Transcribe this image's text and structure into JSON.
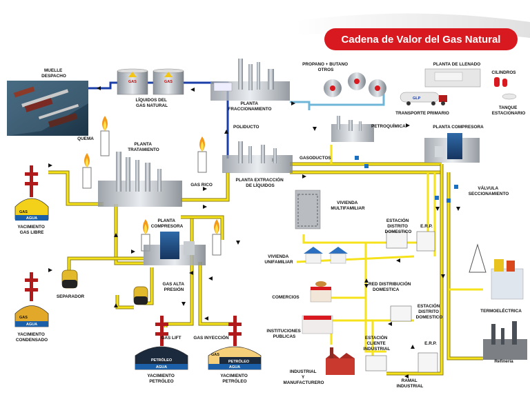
{
  "title": "Cadena de Valor del Gas Natural",
  "colors": {
    "title_bg": "#d81920",
    "gas_pipe": "#f5e21a",
    "liquid_pipe": "#1a3ea8",
    "propane_pipe": "#6fb5d8",
    "flame": "#f39a1b"
  },
  "labels": {
    "muelle": [
      "MUELLE",
      "DESPACHO"
    ],
    "liquidos": [
      "LÍQUIDOS DEL",
      "GAS NATURAL"
    ],
    "fraccionamiento": [
      "PLANTA",
      "FRACCIONAMIENTO"
    ],
    "propano": [
      "PROPANO + BUTANO",
      "OTROS"
    ],
    "planta_llenado": "PLANTA DE LLENADO",
    "cilindros": "CILINDROS",
    "transporte": "TRANSPORTE PRIMARIO",
    "tanque": [
      "TANQUE",
      "ESTACIONARIO"
    ],
    "poliducto": "POLIDUCTO",
    "petroquimica": "PETROQUÍMICA",
    "planta_compresora_top": "PLANTA COMPRESORA",
    "quema": "QUEMA",
    "planta_tratamiento": [
      "PLANTA",
      "TRATAMIENTO"
    ],
    "gasoductos": "GASODUCTOS",
    "extraccion": [
      "PLANTA EXTRACCIÓN",
      "DE LÍQUIDOS"
    ],
    "gas_rico": "GAS RICO",
    "valvula": [
      "VÁLVULA",
      "SECCIONAMIENTO"
    ],
    "yac_libre": [
      "YACIMIENTO",
      "GAS LIBRE"
    ],
    "vivienda_multi": [
      "VIVIENDA",
      "MULTIFAMILIAR"
    ],
    "planta_compresora_mid": [
      "PLANTA",
      "COMPRESORA"
    ],
    "estacion_distrito_1": [
      "ESTACIÓN",
      "DISTRITO",
      "DOMESTICO"
    ],
    "erp_1": "E.R.P.",
    "vivienda_uni": [
      "VIVIENDA",
      "UNIFAMILIAR"
    ],
    "separador": "SEPARADOR",
    "gas_alta": [
      "GAS ALTA",
      "PRESIÓN"
    ],
    "red_distribucion": [
      "RED DISTRIBUCIÓN",
      "DOMESTICA"
    ],
    "comercios": "COMERCIOS",
    "estacion_distrito_2": [
      "ESTACIÓN",
      "DISTRITO",
      "DOMESTICO"
    ],
    "termoelectrica": "TERMOELÉCTRICA",
    "yac_condensado": [
      "YACIMIENTO",
      "CONDENSADO"
    ],
    "instituciones": [
      "INSTITUCIONES",
      "PUBLICAS"
    ],
    "gas_lift": "GAS LIFT",
    "gas_inyeccion": "GAS INYECCIÓN",
    "estacion_cliente": [
      "ESTACIÓN",
      "CLIENTE",
      "INDUSTRIAL"
    ],
    "erp_2": "E.R.P.",
    "refineria": "Refinería",
    "yac_petroleo_1": [
      "YACIMIENTO",
      "PETRÓLEO"
    ],
    "yac_petroleo_2": [
      "YACIMIENTO",
      "PETRÓLEO"
    ],
    "industrial": [
      "INDUSTRIAL",
      "Y",
      "MANUFACTURERO"
    ],
    "ramal": [
      "RAMAL",
      "INDUSTRIAL"
    ]
  },
  "reservoir_tags": {
    "gas": "GAS",
    "agua": "AGUA",
    "petroleo": "PETRÓLEO"
  },
  "tank_tag": "GAS",
  "truck_tag": "GLP"
}
